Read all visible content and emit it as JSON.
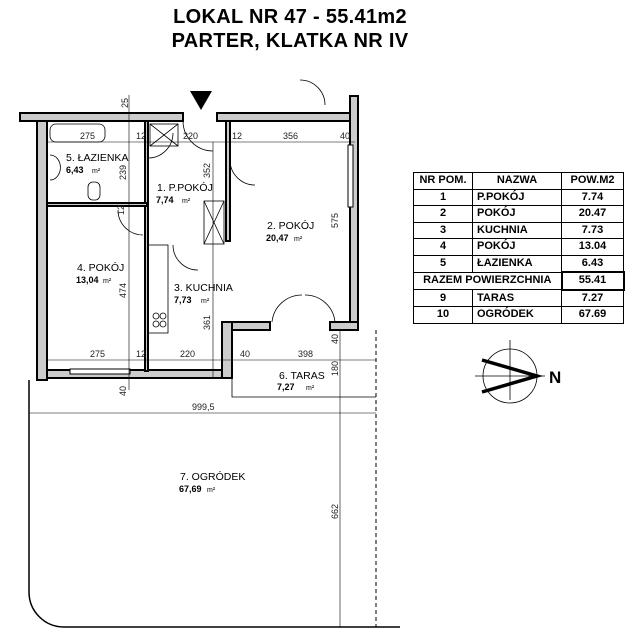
{
  "title": {
    "line1": "LOKAL NR 47 - 55.41m2",
    "line2": "PARTER, KLATKA NR IV"
  },
  "rooms": [
    {
      "label": "1. P.POKÓJ",
      "area": "7,74",
      "unit": "m²"
    },
    {
      "label": "2. POKÓJ",
      "area": "20,47",
      "unit": "m²"
    },
    {
      "label": "3. KUCHNIA",
      "area": "7,73",
      "unit": "m²"
    },
    {
      "label": "4. POKÓJ",
      "area": "13,04",
      "unit": "m²"
    },
    {
      "label": "5. ŁAZIENKA",
      "area": "6,43",
      "unit": "m²"
    },
    {
      "label": "6. TARAS",
      "area": "7,27",
      "unit": "m²"
    },
    {
      "label": "7. OGRÓDEK",
      "area": "67,69",
      "unit": "m²"
    }
  ],
  "dimensions": [
    "25",
    "275",
    "12",
    "220",
    "12",
    "356",
    "40",
    "239",
    "352",
    "575",
    "12",
    "474",
    "361",
    "275",
    "12",
    "220",
    "40",
    "398",
    "40",
    "180",
    "40",
    "999,5",
    "662"
  ],
  "table": {
    "headers": [
      "NR POM.",
      "NAZWA",
      "POW.M2"
    ],
    "rows": [
      [
        "1",
        "P.POKÓJ",
        "7.74"
      ],
      [
        "2",
        "POKÓJ",
        "20.47"
      ],
      [
        "3",
        "KUCHNIA",
        "7.73"
      ],
      [
        "4",
        "POKÓJ",
        "13.04"
      ],
      [
        "5",
        "ŁAZIENKA",
        "6.43"
      ]
    ],
    "total_label": "RAZEM POWIERZCHNIA",
    "total_value": "55.41",
    "extra_rows": [
      [
        "9",
        "TARAS",
        "7.27"
      ],
      [
        "10",
        "OGRÓDEK",
        "67.69"
      ]
    ]
  },
  "compass": {
    "label": "N",
    "icon": "north-arrow-icon"
  }
}
